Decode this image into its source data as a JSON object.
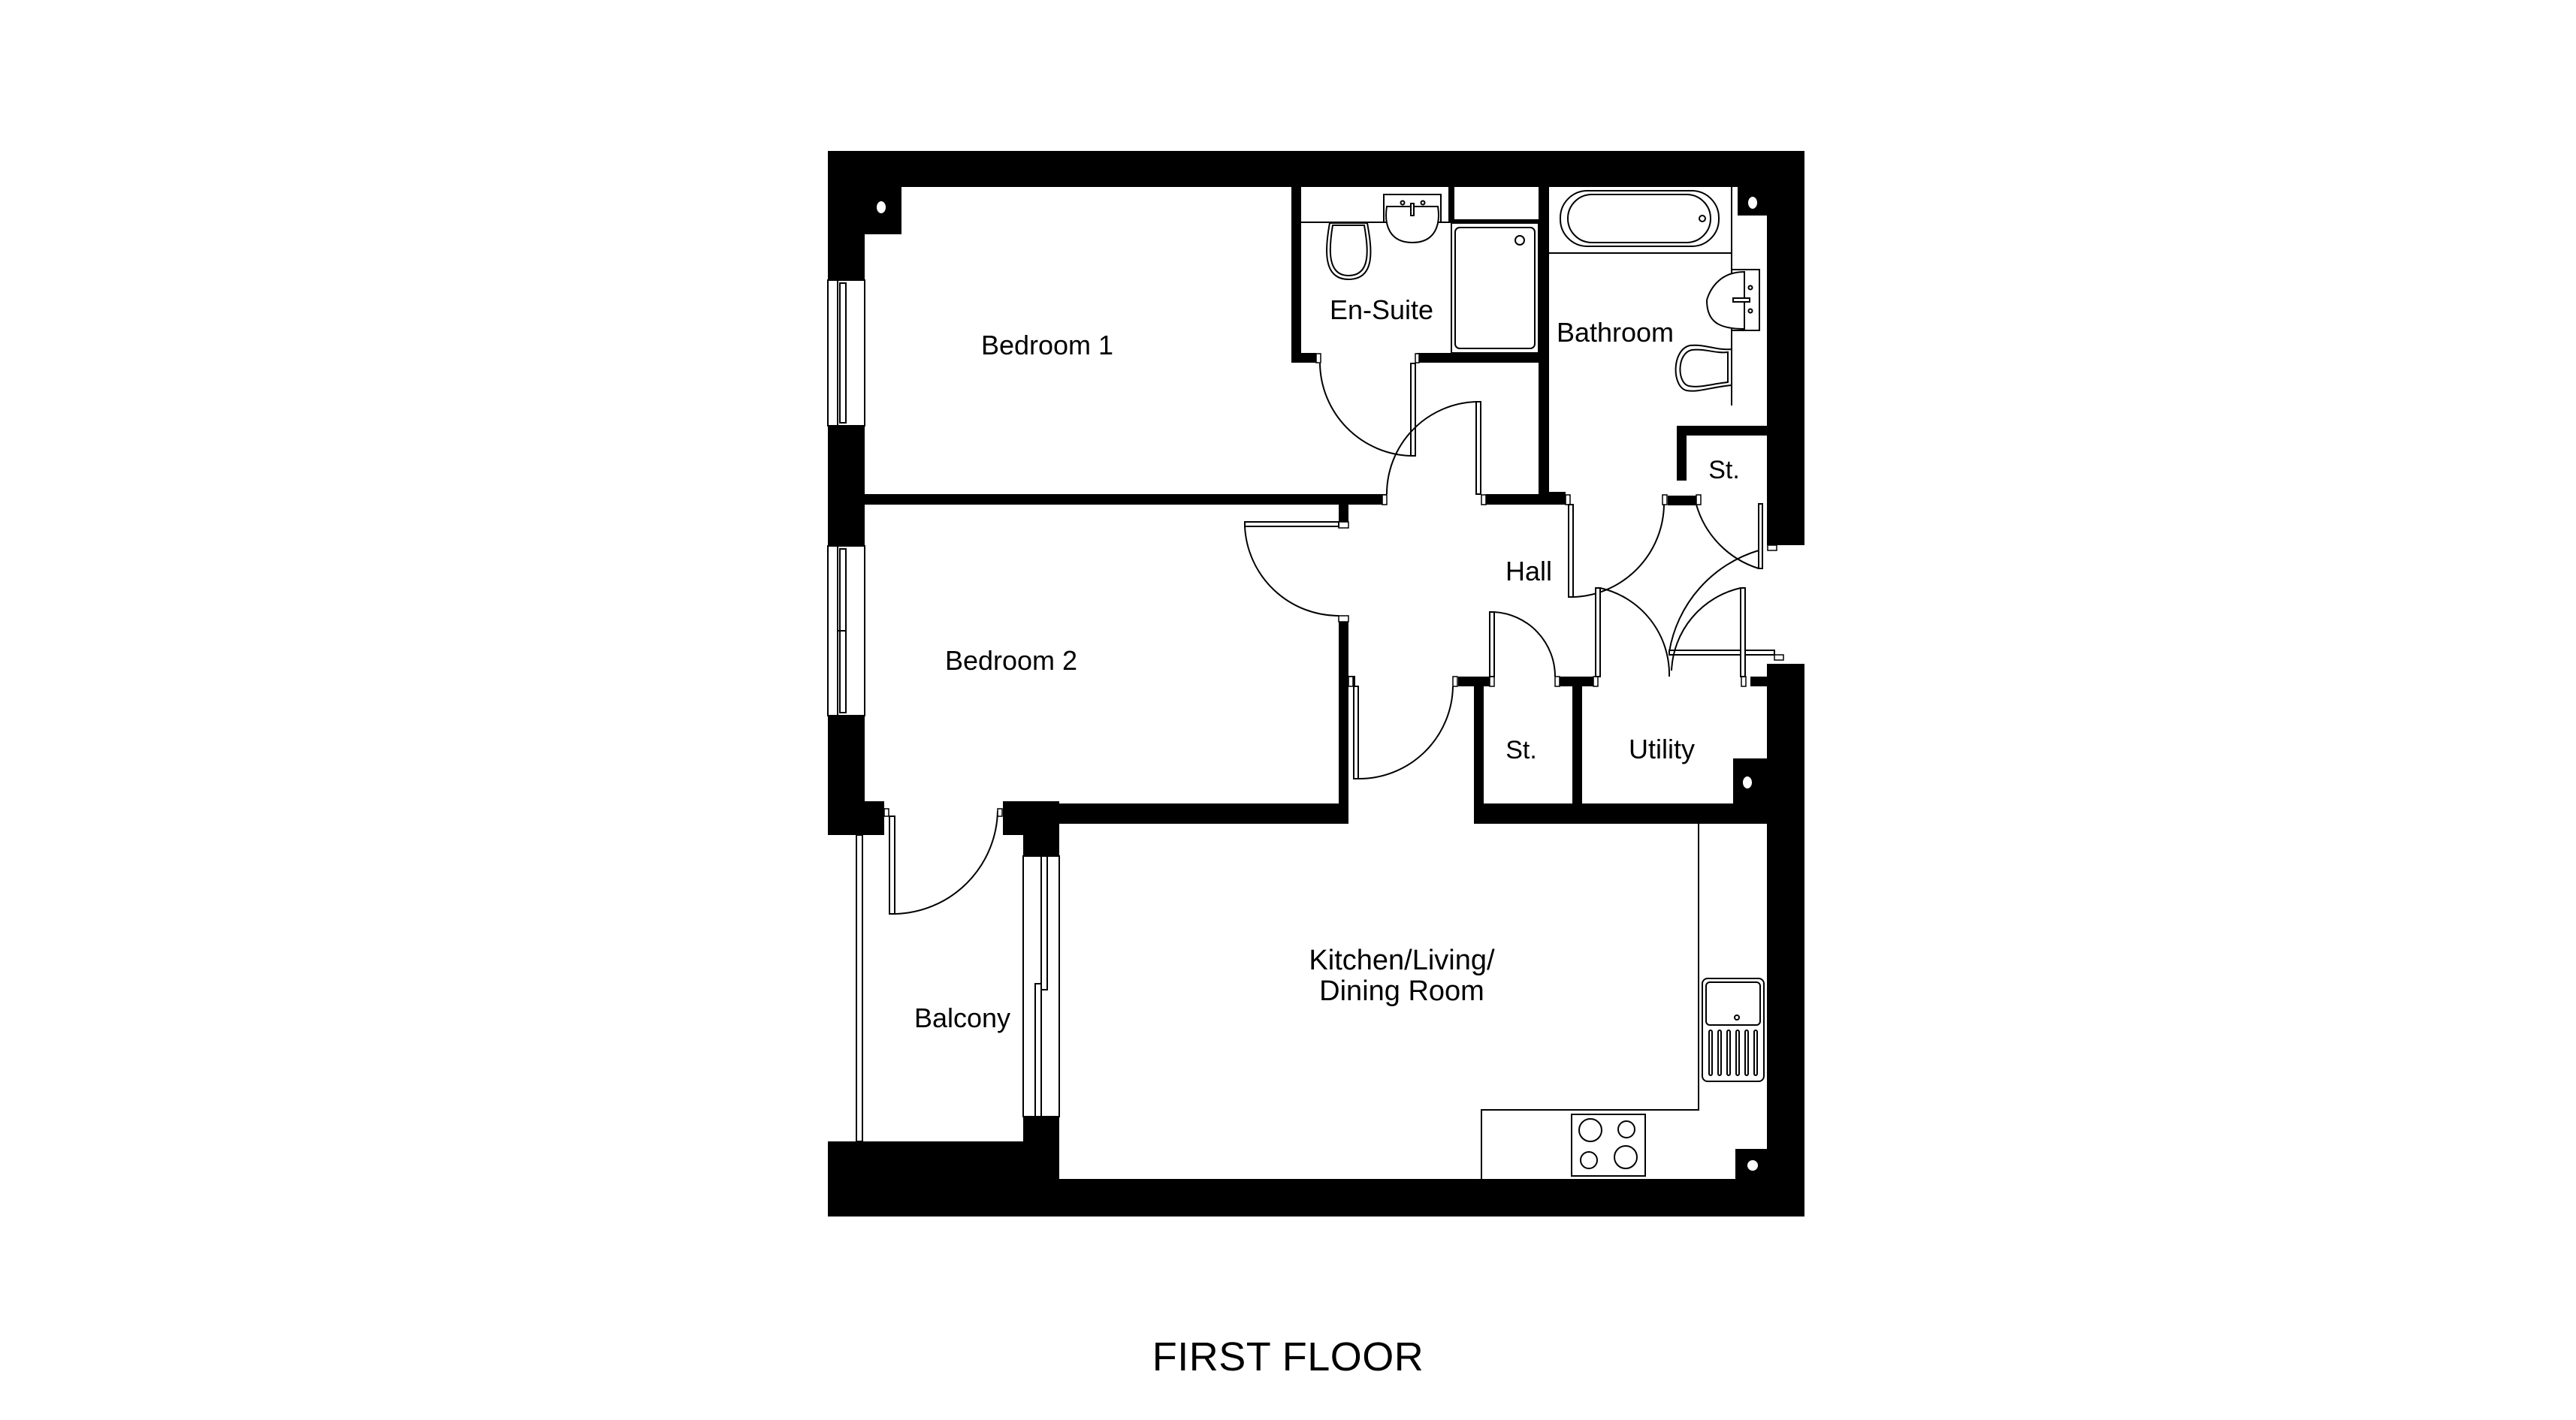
{
  "floor_title": "FIRST FLOOR",
  "colors": {
    "wall": "#000000",
    "background": "#ffffff",
    "line": "#000000"
  },
  "rooms": {
    "bedroom_1": "Bedroom 1",
    "bedroom_2": "Bedroom 2",
    "en_suite": "En-Suite",
    "bathroom": "Bathroom",
    "hall": "Hall",
    "store_upper": "St.",
    "store_lower": "St.",
    "utility": "Utility",
    "kitchen_line1": "Kitchen/Living/",
    "kitchen_line2": "Dining Room",
    "balcony": "Balcony"
  },
  "fixtures": [
    "wc-en-suite",
    "basin-en-suite",
    "shower-tray",
    "bath",
    "basin-bathroom",
    "wc-bathroom",
    "kitchen-sink-drainer",
    "hob",
    "worktop"
  ],
  "icons": [
    "wall-column-dot",
    "door-swing",
    "window",
    "sliding-door"
  ]
}
